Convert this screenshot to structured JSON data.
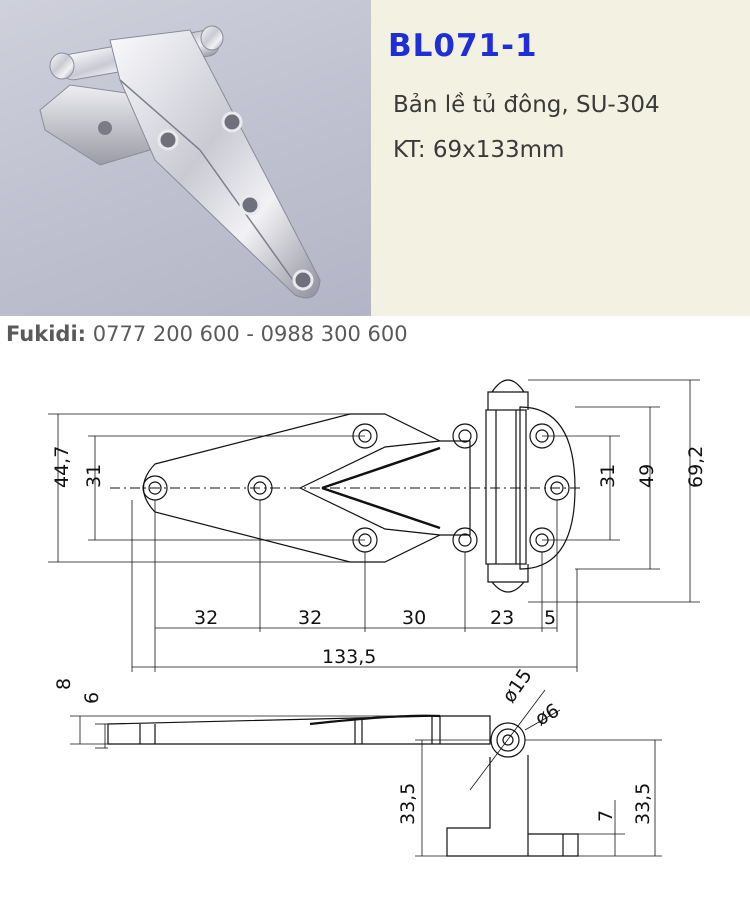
{
  "product": {
    "model_code": "BL071-1",
    "description": "Bản lề tủ đông, SU-304",
    "size": "KT: 69x133mm"
  },
  "contact": {
    "brand": "Fukidi:",
    "phones": "0777 200 600 - 0988 300 600"
  },
  "drawing": {
    "top_view": {
      "dim_height_overall": "44,7",
      "dim_hole_spacing_left": "31",
      "dim_hole_spacing_right": "31",
      "dim_plate_height": "49",
      "dim_total_height": "69,2",
      "dim_seg_1": "32",
      "dim_seg_2": "32",
      "dim_seg_3": "30",
      "dim_seg_4": "23",
      "dim_seg_5": "5",
      "dim_total_length": "133,5"
    },
    "side_view": {
      "dim_thickness_outer": "8",
      "dim_thickness_inner": "6",
      "dim_pin_outer": "ø15",
      "dim_pin_inner": "ø6",
      "dim_offset_left": "33,5",
      "dim_offset_right": "33,5",
      "dim_base": "7"
    }
  },
  "colors": {
    "title_blue": "#1f2fd8",
    "info_bg": "#f3f1e1"
  }
}
